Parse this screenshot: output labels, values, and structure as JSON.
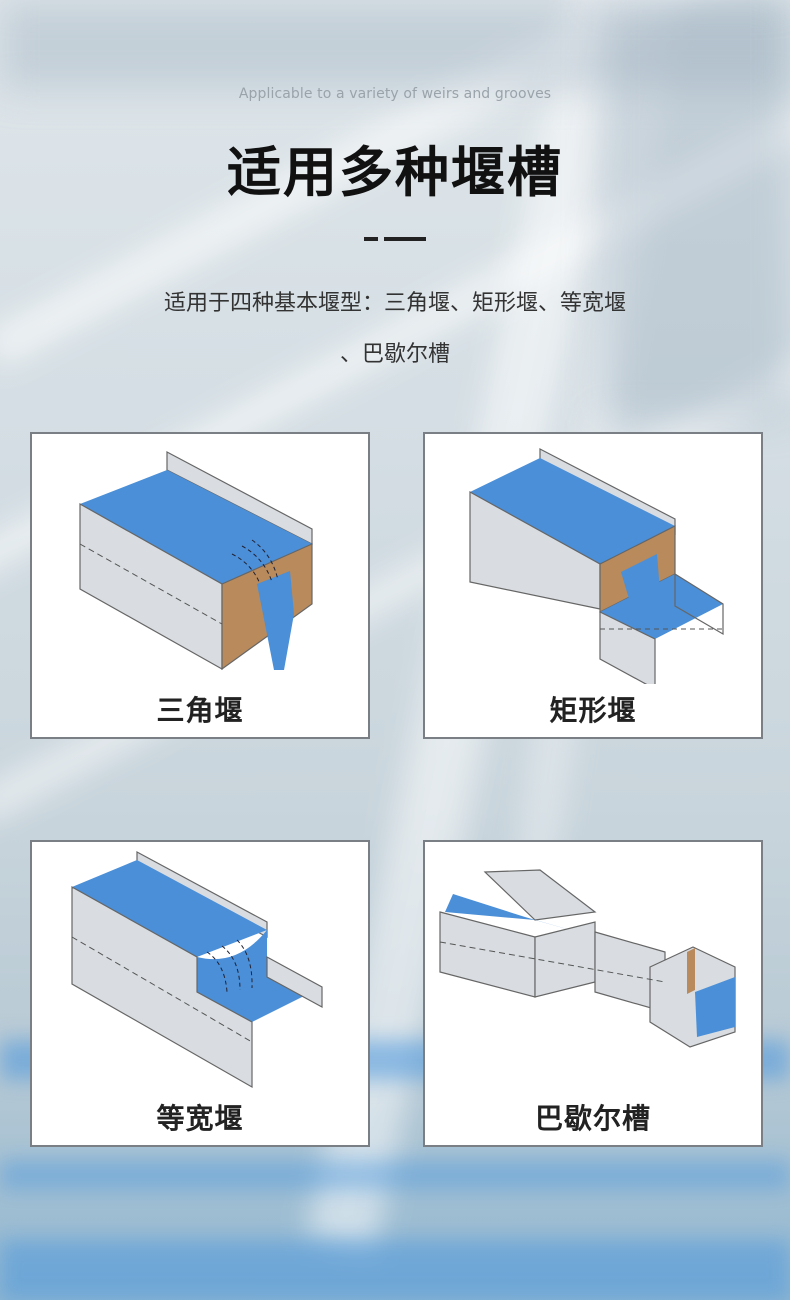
{
  "header": {
    "subtitle": "Applicable to a variety of weirs and grooves",
    "title": "适用多种堰槽",
    "description_line1": "适用于四种基本堰型：三角堰、矩形堰、等宽堰",
    "description_line2": "、巴歇尔槽"
  },
  "cards": [
    {
      "label": "三角堰",
      "icon": "triangular-weir-illustration"
    },
    {
      "label": "矩形堰",
      "icon": "rectangular-weir-illustration"
    },
    {
      "label": "等宽堰",
      "icon": "equal-width-weir-illustration"
    },
    {
      "label": "巴歇尔槽",
      "icon": "parshall-flume-illustration"
    }
  ],
  "colors": {
    "water": "#4a8fd8",
    "wall": "#d9dde1",
    "wood": "#b88a5c",
    "card_border": "#7a7f85",
    "title": "#111111"
  }
}
